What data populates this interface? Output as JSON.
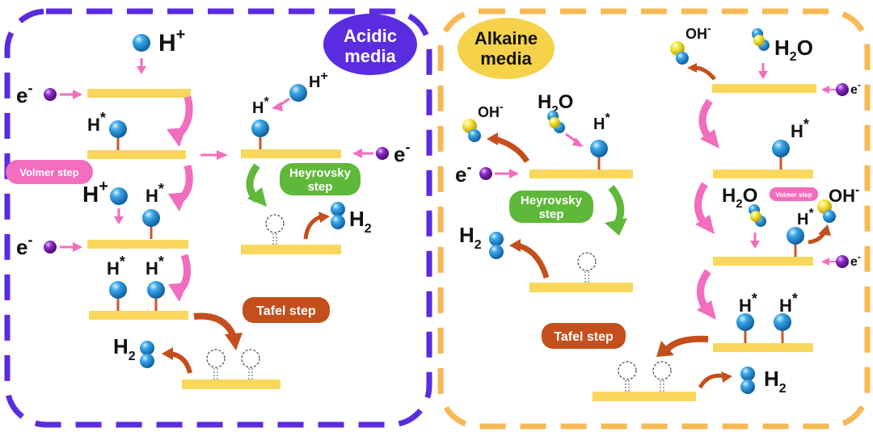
{
  "panels": {
    "acidic": {
      "title_line1": "Acidic",
      "title_line2": "media",
      "title_color": "#5b2be0",
      "border_color": "#5b2be0"
    },
    "alkaline": {
      "title_line1": "Alkaine",
      "title_line2": "media",
      "title_color": "#f6d24a",
      "border_color": "#f7b955"
    }
  },
  "steps": {
    "volmer": "Volmer step",
    "heyrovsky_line1": "Heyrovsky",
    "heyrovsky_line2": "step",
    "tafel": "Tafel step"
  },
  "species": {
    "proton_base": "H",
    "proton_sup": "+",
    "adsorbed_base": "H",
    "adsorbed_sup": "*",
    "electron_base": "e",
    "electron_sup": "-",
    "hydrogen_base": "H",
    "hydrogen_sub": "2",
    "water_h": "H",
    "water_sub": "2",
    "water_o": "O",
    "hydroxide_base": "OH",
    "hydroxide_sup": "-"
  },
  "colors": {
    "electrode": "#f9d75c",
    "hydrogen_atom": "#1f8fd6",
    "oxygen_atom": "#f5e43a",
    "electron": "#7a1fa8",
    "bond": "#c55a2a",
    "volmer_pill": "#f26dbd",
    "heyrovsky_pill": "#5fb83a",
    "tafel_pill": "#c44f1c",
    "pink_arrow": "#f26dbd",
    "green_arrow": "#5fb83a",
    "brown_arrow": "#c44f1c"
  },
  "icons": [
    "hydrogen-atom-icon",
    "electron-icon",
    "water-molecule-icon",
    "hydroxide-icon",
    "hydrogen-molecule-icon",
    "vacant-site-icon"
  ]
}
